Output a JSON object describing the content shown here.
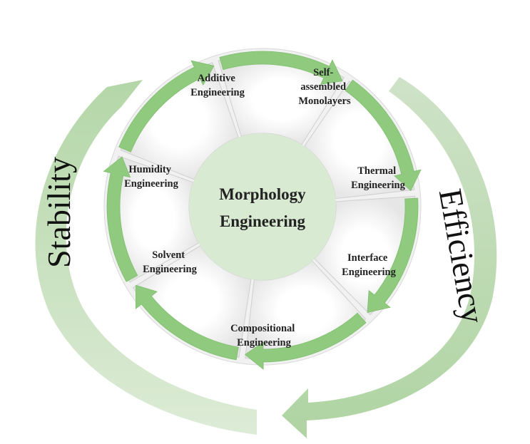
{
  "diagram": {
    "center": {
      "line1": "Morphology",
      "line2": "Engineering"
    },
    "segments": [
      {
        "lines": [
          "Additive",
          "Engineering"
        ]
      },
      {
        "lines": [
          "Self-",
          "assembled",
          "Monolayers"
        ]
      },
      {
        "lines": [
          "Thermal",
          "Engineering"
        ]
      },
      {
        "lines": [
          "Interface",
          "Engineering"
        ]
      },
      {
        "lines": [
          "Compositional",
          "Engineering"
        ]
      },
      {
        "lines": [
          "Solvent",
          "Engineering"
        ]
      },
      {
        "lines": [
          "Humidity",
          "Engineering"
        ]
      }
    ],
    "outer_labels": {
      "left": "Stability",
      "right": "Efficiency"
    },
    "colors": {
      "arrow_green": "#8fca7e",
      "outer_green": "#b5d5aa",
      "center_fill": "#d9ead3",
      "segment_fill": "#f3f3f3"
    }
  }
}
